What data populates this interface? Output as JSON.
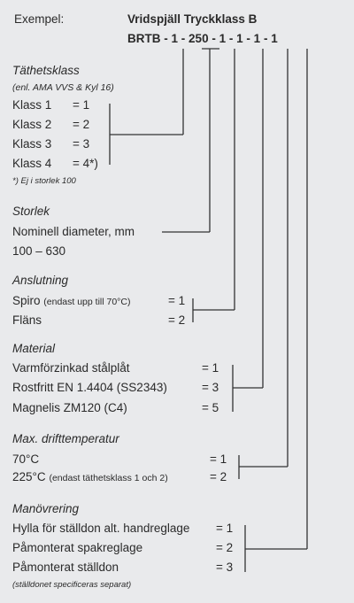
{
  "header": {
    "example_label": "Exempel:",
    "product_name": "Vridspjäll Tryckklass B",
    "code": {
      "prefix": "BRTB",
      "segments": [
        "1",
        "250",
        "1",
        "1",
        "1",
        "1"
      ]
    }
  },
  "sections": {
    "tathetsklass": {
      "title": "Täthetsklass",
      "subtitle": "(enl. AMA VVS & Kyl 16)",
      "options": [
        {
          "label": "Klass 1",
          "value": "= 1"
        },
        {
          "label": "Klass 2",
          "value": "= 2"
        },
        {
          "label": "Klass 3",
          "value": "= 3"
        },
        {
          "label": "Klass 4",
          "value": "= 4*)"
        }
      ],
      "footnote": "*) Ej i storlek 100"
    },
    "storlek": {
      "title": "Storlek",
      "line1": "Nominell diameter, mm",
      "line2": "100 – 630"
    },
    "anslutning": {
      "title": "Anslutning",
      "options": [
        {
          "label": "Spiro",
          "note": "(endast upp till 70°C)",
          "value": "= 1"
        },
        {
          "label": "Fläns",
          "note": "",
          "value": "= 2"
        }
      ]
    },
    "material": {
      "title": "Material",
      "options": [
        {
          "label": "Varmförzinkad stålplåt",
          "value": "= 1"
        },
        {
          "label": "Rostfritt EN 1.4404 (SS2343)",
          "value": "= 3"
        },
        {
          "label": "Magnelis ZM120 (C4)",
          "value": "= 5"
        }
      ]
    },
    "temperatur": {
      "title": "Max. drifttemperatur",
      "options": [
        {
          "label": "70°C",
          "note": "",
          "value": "= 1"
        },
        {
          "label": "225°C",
          "note": "(endast täthetsklass 1 och 2)",
          "value": "= 2"
        }
      ]
    },
    "manovrering": {
      "title": "Manövrering",
      "options": [
        {
          "label": "Hylla för ställdon alt. handreglage",
          "value": "= 1"
        },
        {
          "label": "Påmonterat spakreglage",
          "value": "= 2"
        },
        {
          "label": "Påmonterat ställdon",
          "value": "= 3"
        }
      ],
      "footnote": "(ställdonet specificeras separat)"
    }
  }
}
